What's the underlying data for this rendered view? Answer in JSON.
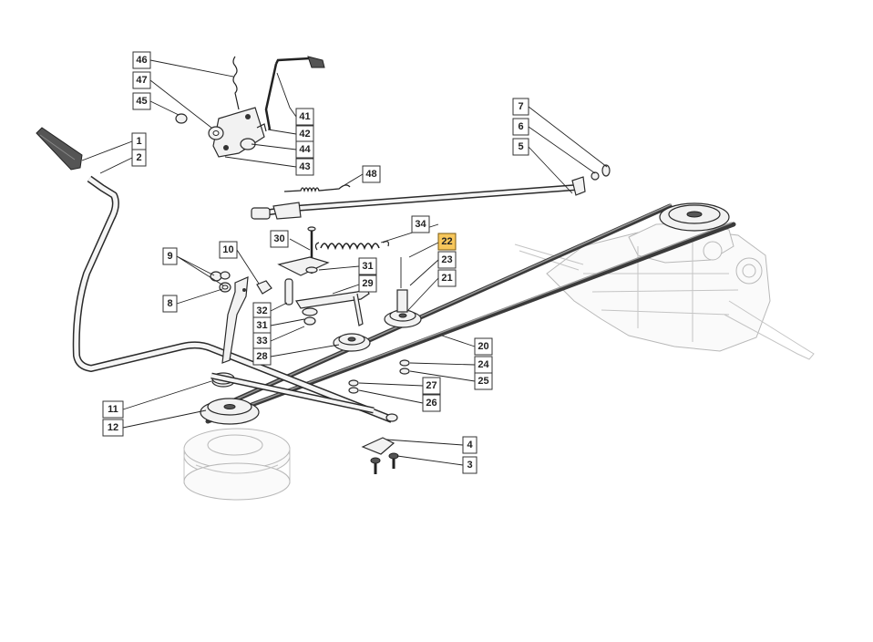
{
  "diagram": {
    "highlight_color": "#f7c75c",
    "callouts": [
      {
        "id": "c46",
        "label": "46"
      },
      {
        "id": "c47",
        "label": "47"
      },
      {
        "id": "c45",
        "label": "45"
      },
      {
        "id": "c1",
        "label": "1"
      },
      {
        "id": "c2",
        "label": "2"
      },
      {
        "id": "c41",
        "label": "41"
      },
      {
        "id": "c42",
        "label": "42"
      },
      {
        "id": "c44",
        "label": "44"
      },
      {
        "id": "c43",
        "label": "43"
      },
      {
        "id": "c48",
        "label": "48"
      },
      {
        "id": "c7",
        "label": "7"
      },
      {
        "id": "c6",
        "label": "6"
      },
      {
        "id": "c5",
        "label": "5"
      },
      {
        "id": "c34",
        "label": "34"
      },
      {
        "id": "c22",
        "label": "22",
        "highlighted": true
      },
      {
        "id": "c30",
        "label": "30"
      },
      {
        "id": "c23",
        "label": "23"
      },
      {
        "id": "c31a",
        "label": "31"
      },
      {
        "id": "c21",
        "label": "21"
      },
      {
        "id": "c29",
        "label": "29"
      },
      {
        "id": "c9",
        "label": "9"
      },
      {
        "id": "c10",
        "label": "10"
      },
      {
        "id": "c8",
        "label": "8"
      },
      {
        "id": "c32",
        "label": "32"
      },
      {
        "id": "c31b",
        "label": "31"
      },
      {
        "id": "c33",
        "label": "33"
      },
      {
        "id": "c28",
        "label": "28"
      },
      {
        "id": "c20",
        "label": "20"
      },
      {
        "id": "c24",
        "label": "24"
      },
      {
        "id": "c25",
        "label": "25"
      },
      {
        "id": "c27",
        "label": "27"
      },
      {
        "id": "c26",
        "label": "26"
      },
      {
        "id": "c11",
        "label": "11"
      },
      {
        "id": "c12",
        "label": "12"
      },
      {
        "id": "c4",
        "label": "4"
      },
      {
        "id": "c3",
        "label": "3"
      }
    ]
  }
}
